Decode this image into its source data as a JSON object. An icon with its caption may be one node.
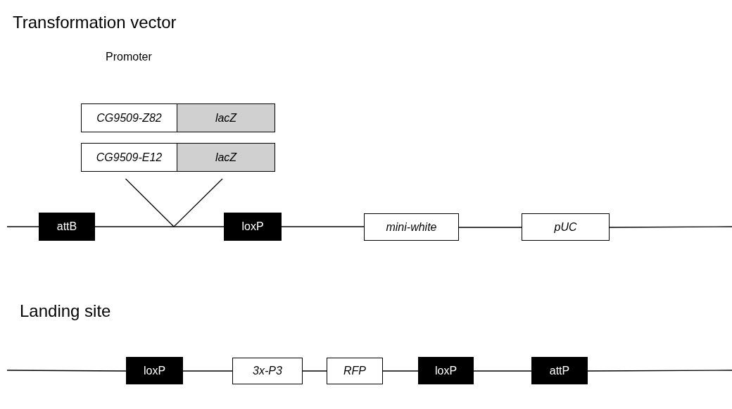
{
  "diagram": {
    "nodes": [
      {
        "text": [
          "CG9509-Z82"
        ]
      },
      {
        "text": [
          "lacZ"
        ]
      },
      {
        "text": [
          "CG9509-E12"
        ]
      },
      {
        "text": [
          "lacZ"
        ]
      },
      {
        "text": [
          "attB"
        ]
      },
      {
        "text": [
          "loxP"
        ]
      },
      {
        "text": [
          "mini-white"
        ]
      },
      {
        "text": [
          "pUC"
        ]
      },
      {
        "text": [
          "loxP"
        ]
      },
      {
        "text": [
          "3x-P3"
        ]
      },
      {
        "text": [
          "RFP"
        ]
      },
      {
        "text": [
          "loxP"
        ]
      },
      {
        "text": [
          "attP"
        ]
      }
    ],
    "edges": [
      {
        "from": 2,
        "to": null,
        "arrow": "none"
      },
      {
        "from": 3,
        "to": null,
        "arrow": "none"
      },
      {
        "from": null,
        "to": 4,
        "arrow": "none"
      },
      {
        "from": 4,
        "to": 5,
        "arrow": "none"
      },
      {
        "from": 5,
        "to": 6,
        "arrow": "none"
      },
      {
        "from": 6,
        "to": 7,
        "arrow": "none"
      },
      {
        "from": 7,
        "to": null,
        "arrow": "none"
      },
      {
        "from": null,
        "to": 8,
        "arrow": "none"
      },
      {
        "from": 8,
        "to": 9,
        "arrow": "none"
      },
      {
        "from": 9,
        "to": 10,
        "arrow": "none"
      },
      {
        "from": 10,
        "to": 11,
        "arrow": "none"
      },
      {
        "from": 11,
        "to": 12,
        "arrow": "none"
      },
      {
        "from": 12,
        "to": null,
        "arrow": "none"
      }
    ],
    "labels": [
      "Transformation vector",
      "Promoter",
      "Landing site"
    ]
  }
}
